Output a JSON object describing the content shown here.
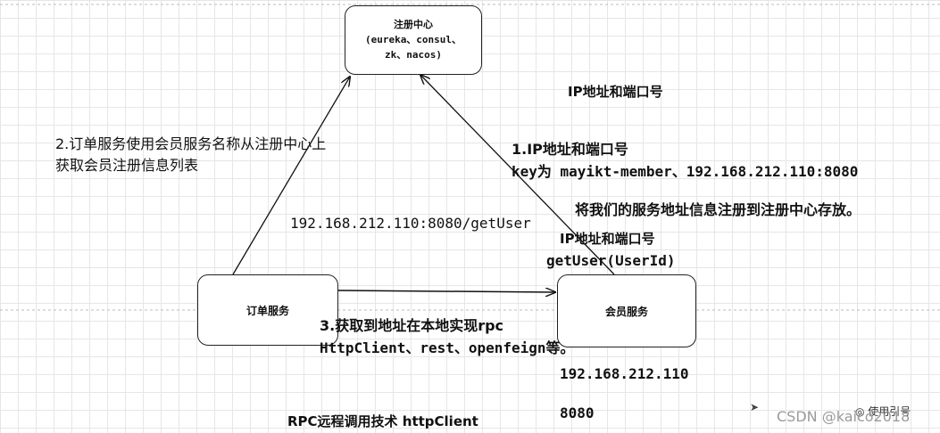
{
  "registry": {
    "title": "注册中心",
    "line2": "(eureka、consul、",
    "line3": "zk、nacos)"
  },
  "order_service": {
    "label": "订单服务"
  },
  "member_service": {
    "label": "会员服务"
  },
  "labels": {
    "ip_port_top": "IP地址和端口号",
    "step2_line1": "2.订单服务使用会员服务名称从注册中心上",
    "step2_line2": "获取会员注册信息列表",
    "step1_line1": "1.IP地址和端口号",
    "step1_line2": "key为 mayikt-member、192.168.212.110:8080",
    "register_note": "将我们的服务地址信息注册到注册中心存放。",
    "url": "192.168.212.110:8080/getUser",
    "ip_port_mid": "IP地址和端口号",
    "getuser": "getUser(UserId)",
    "step3_line1": "3.获取到地址在本地实现rpc",
    "step3_line2": "HttpClient、rest、openfeign等。",
    "member_ip": "192.168.212.110",
    "member_port": "8080",
    "rpc_note": "RPC远程调用技术 httpClient",
    "ref_tip": "◎ 使用引号",
    "watermark": "CSDN @kaico2018"
  }
}
